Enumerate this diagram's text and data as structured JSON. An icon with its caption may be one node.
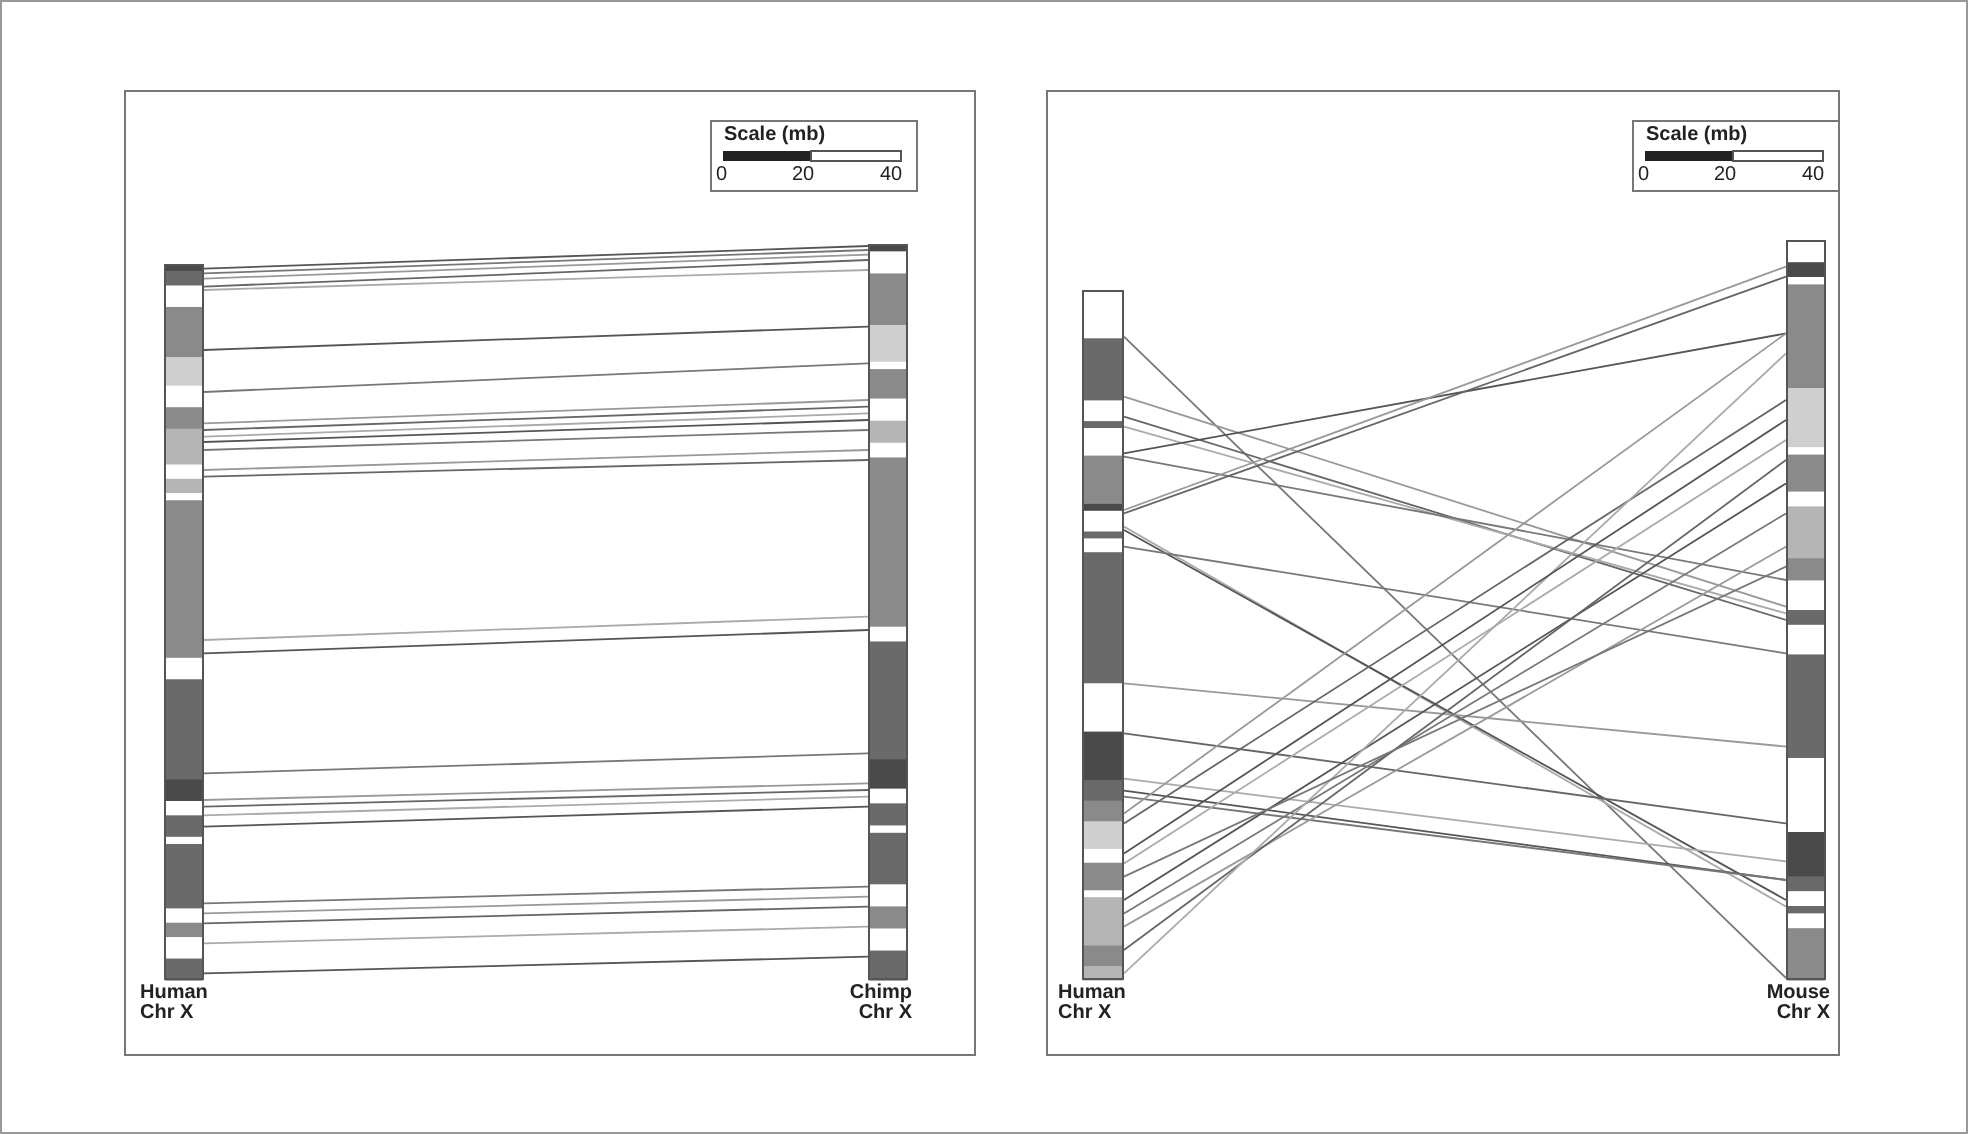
{
  "diagram": {
    "nodes": [
      {
        "text": [
          "Human Chr X"
        ]
      },
      {
        "text": [
          "Chimp Chr X"
        ]
      },
      {
        "text": [
          "Human Chr X"
        ]
      },
      {
        "text": [
          "Mouse Chr X"
        ]
      }
    ],
    "edges": [
      {
        "from": 0,
        "to": 1,
        "arrow": "none"
      },
      {
        "from": 0,
        "to": 1,
        "arrow": "none"
      },
      {
        "from": 0,
        "to": 1,
        "arrow": "none"
      },
      {
        "from": 0,
        "to": 1,
        "arrow": "none"
      },
      {
        "from": 0,
        "to": 1,
        "arrow": "none"
      },
      {
        "from": 0,
        "to": 1,
        "arrow": "none"
      },
      {
        "from": 0,
        "to": 1,
        "arrow": "none"
      },
      {
        "from": 0,
        "to": 1,
        "arrow": "none"
      },
      {
        "from": 0,
        "to": 1,
        "arrow": "none"
      },
      {
        "from": 0,
        "to": 1,
        "arrow": "none"
      },
      {
        "from": 0,
        "to": 1,
        "arrow": "none"
      },
      {
        "from": 0,
        "to": 1,
        "arrow": "none"
      },
      {
        "from": 0,
        "to": 1,
        "arrow": "none"
      },
      {
        "from": 0,
        "to": 1,
        "arrow": "none"
      },
      {
        "from": 0,
        "to": 1,
        "arrow": "none"
      },
      {
        "from": 0,
        "to": 1,
        "arrow": "none"
      },
      {
        "from": 0,
        "to": 1,
        "arrow": "none"
      },
      {
        "from": 0,
        "to": 1,
        "arrow": "none"
      },
      {
        "from": 0,
        "to": 1,
        "arrow": "none"
      },
      {
        "from": 0,
        "to": 1,
        "arrow": "none"
      },
      {
        "from": 0,
        "to": 1,
        "arrow": "none"
      },
      {
        "from": 0,
        "to": 1,
        "arrow": "none"
      },
      {
        "from": 0,
        "to": 1,
        "arrow": "none"
      },
      {
        "from": 0,
        "to": 1,
        "arrow": "none"
      },
      {
        "from": 0,
        "to": 1,
        "arrow": "none"
      },
      {
        "from": 0,
        "to": 1,
        "arrow": "none"
      },
      {
        "from": 2,
        "to": 3,
        "arrow": "none"
      },
      {
        "from": 2,
        "to": 3,
        "arrow": "none"
      },
      {
        "from": 2,
        "to": 3,
        "arrow": "none"
      },
      {
        "from": 2,
        "to": 3,
        "arrow": "none"
      },
      {
        "from": 2,
        "to": 3,
        "arrow": "none"
      },
      {
        "from": 2,
        "to": 3,
        "arrow": "none"
      },
      {
        "from": 2,
        "to": 3,
        "arrow": "none"
      },
      {
        "from": 2,
        "to": 3,
        "arrow": "none"
      },
      {
        "from": 2,
        "to": 3,
        "arrow": "none"
      },
      {
        "from": 2,
        "to": 3,
        "arrow": "none"
      },
      {
        "from": 2,
        "to": 3,
        "arrow": "none"
      },
      {
        "from": 2,
        "to": 3,
        "arrow": "none"
      },
      {
        "from": 2,
        "to": 3,
        "arrow": "none"
      },
      {
        "from": 2,
        "to": 3,
        "arrow": "none"
      },
      {
        "from": 2,
        "to": 3,
        "arrow": "none"
      },
      {
        "from": 2,
        "to": 3,
        "arrow": "none"
      },
      {
        "from": 2,
        "to": 3,
        "arrow": "none"
      },
      {
        "from": 2,
        "to": 3,
        "arrow": "none"
      },
      {
        "from": 2,
        "to": 3,
        "arrow": "none"
      },
      {
        "from": 2,
        "to": 3,
        "arrow": "none"
      },
      {
        "from": 2,
        "to": 3,
        "arrow": "none"
      },
      {
        "from": 2,
        "to": 3,
        "arrow": "none"
      },
      {
        "from": 2,
        "to": 3,
        "arrow": "none"
      },
      {
        "from": 2,
        "to": 3,
        "arrow": "none"
      },
      {
        "from": 2,
        "to": 3,
        "arrow": "none"
      },
      {
        "from": 2,
        "to": 3,
        "arrow": "none"
      }
    ],
    "labels": [
      "Scale (mb)",
      "0",
      "20",
      "40",
      "Scale (mb)",
      "0",
      "20",
      "40"
    ]
  }
}
